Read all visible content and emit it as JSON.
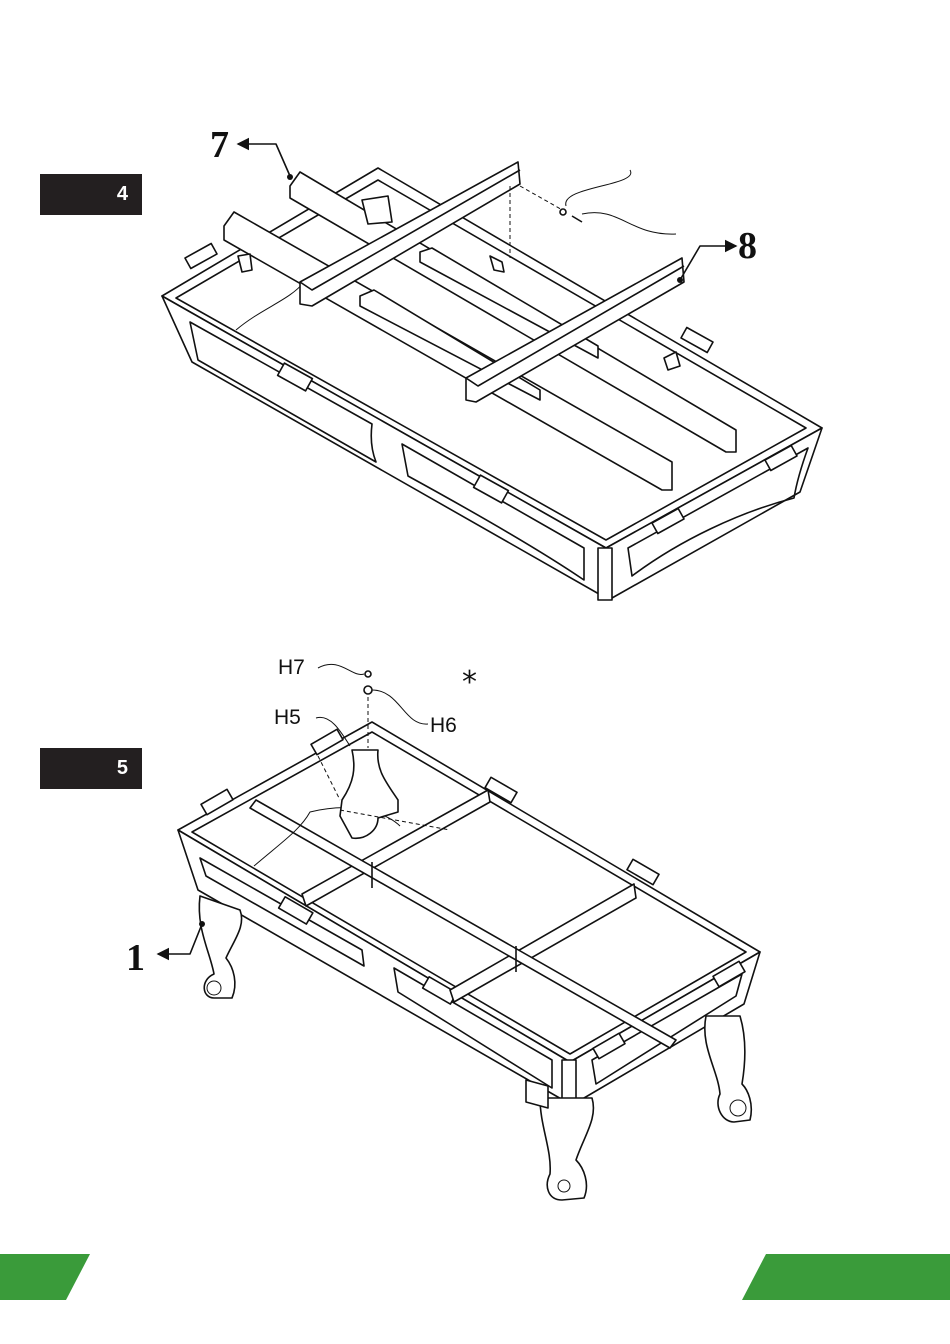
{
  "steps": [
    {
      "number": "4",
      "callouts": [
        "7",
        "8"
      ]
    },
    {
      "number": "5",
      "callouts": [
        "1"
      ],
      "hardware": [
        "H7",
        "H5",
        "H6"
      ],
      "note_marker": "*"
    }
  ],
  "colors": {
    "badge": "#231f20",
    "footer_accent": "#3a9b3a"
  }
}
